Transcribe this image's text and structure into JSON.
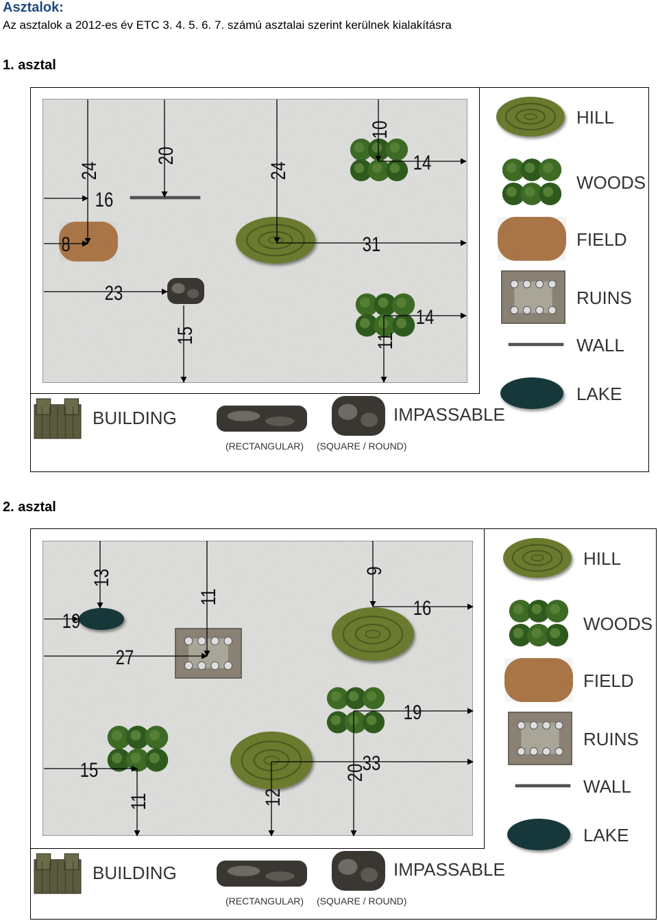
{
  "header": {
    "title": "Asztalok:",
    "intro": "Az asztalok a 2012-es év ETC 3. 4. 5. 6. 7. számú asztalai szerint kerülnek kialakításra"
  },
  "legend_labels": {
    "hill": "HILL",
    "woods": "WOODS",
    "field": "FIELD",
    "ruins": "RUINS",
    "wall": "WALL",
    "lake": "LAKE",
    "building": "BUILDING",
    "impassable": "IMPASSABLE",
    "rectangular": "(RECTANGULAR)",
    "square_round": "(SQUARE / ROUND)"
  },
  "tables": [
    {
      "label": "1.  asztal",
      "measurements": [
        "24",
        "16",
        "20",
        "8",
        "24",
        "10",
        "14",
        "31",
        "23",
        "15",
        "14",
        "11"
      ]
    },
    {
      "label": "2.  asztal",
      "measurements": [
        "13",
        "19",
        "11",
        "9",
        "16",
        "27",
        "19",
        "15",
        "33",
        "20",
        "11",
        "12"
      ]
    }
  ],
  "colors": {
    "hill": "#6b7a2e",
    "woods": "#2f5a1e",
    "field": "#b07a4a",
    "lake": "#14393a",
    "board": "#e4e4e2",
    "measure": "#000000"
  }
}
